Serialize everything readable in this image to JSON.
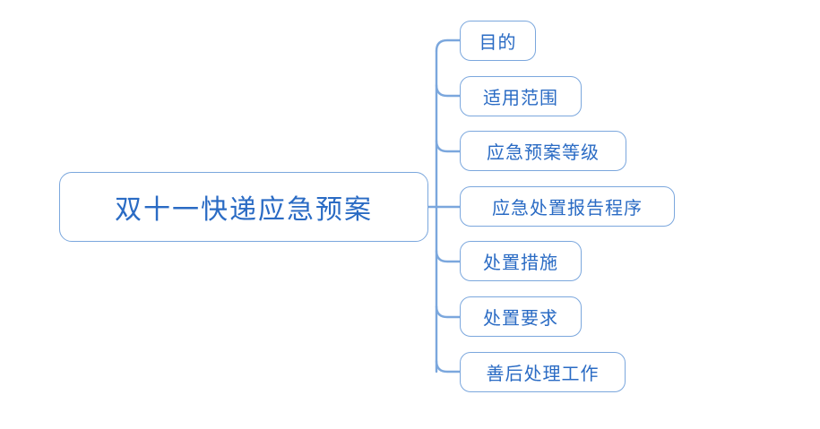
{
  "diagram": {
    "type": "mind-map",
    "orientation": "left-to-right",
    "background_color": "#ffffff",
    "node_border_color": "#7ba7dd",
    "node_text_color": "#2a6bc4",
    "connector_color": "#7ba7dd",
    "root": {
      "label": "双十一快递应急预案"
    },
    "children": [
      {
        "label": "目的"
      },
      {
        "label": "适用范围"
      },
      {
        "label": "应急预案等级"
      },
      {
        "label": "应急处置报告程序"
      },
      {
        "label": "处置措施"
      },
      {
        "label": "处置要求"
      },
      {
        "label": "善后处理工作"
      }
    ]
  }
}
